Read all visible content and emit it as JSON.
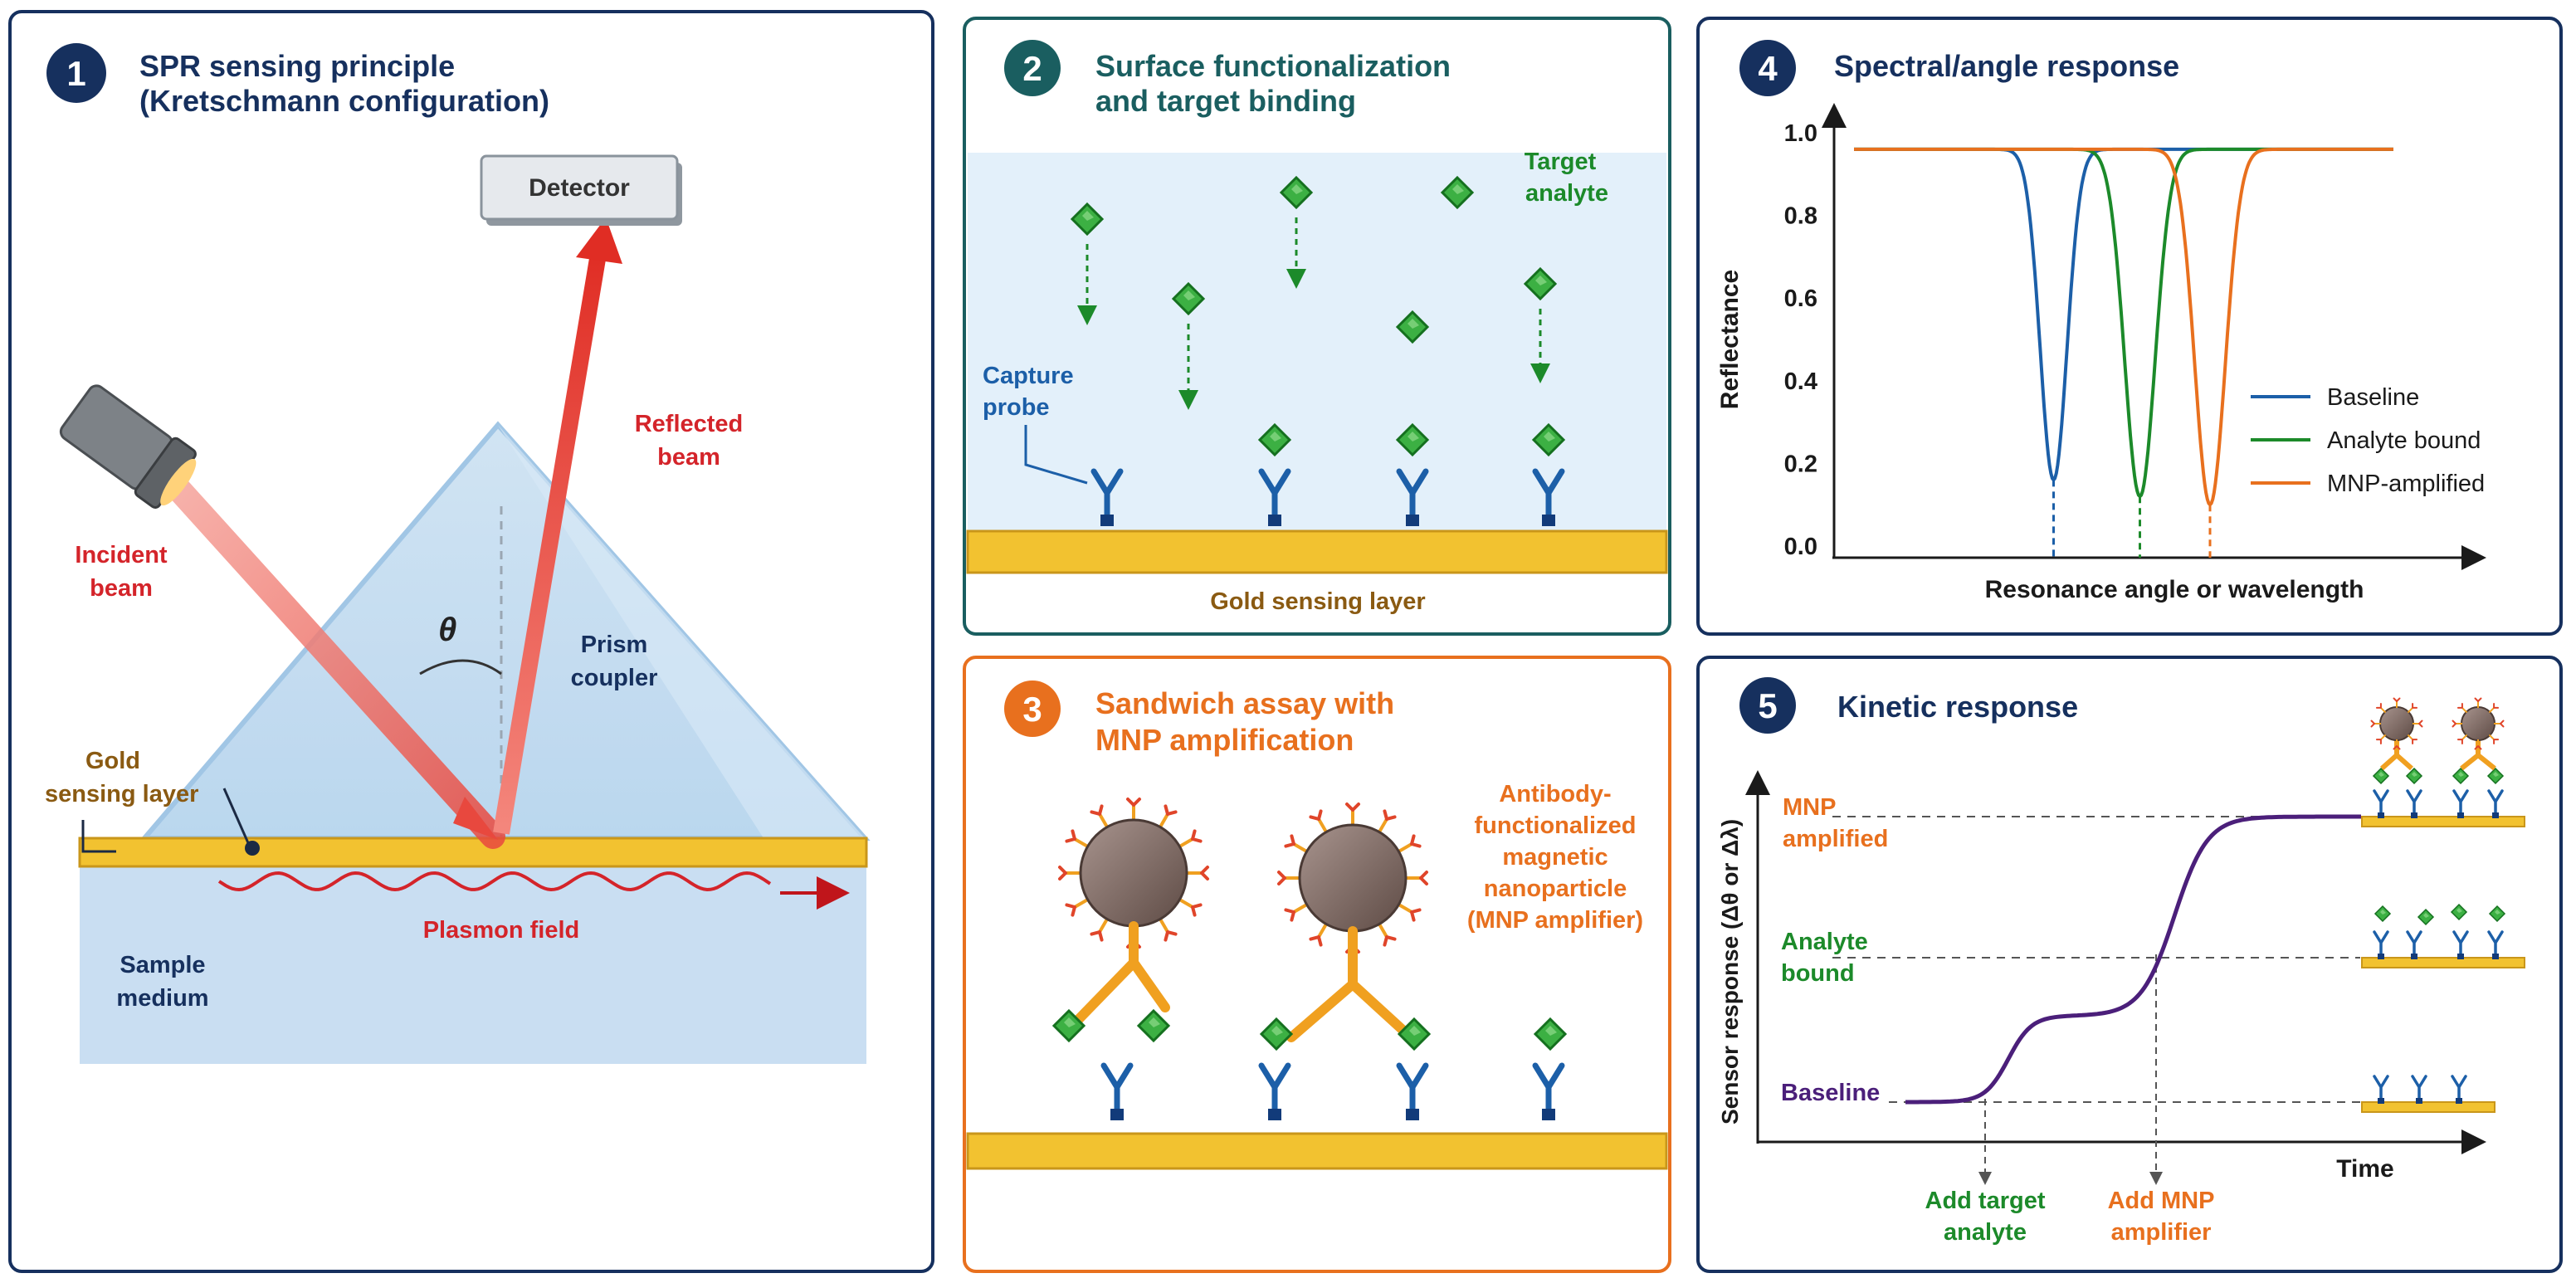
{
  "colors": {
    "navy": "#16305e",
    "teal": "#1a5e60",
    "orange": "#e8701e",
    "red": "#d4242a",
    "green": "#1c8a2a",
    "blue": "#1c5fa8",
    "gold": "#f2c230",
    "purple": "#4b1f7a",
    "brown": "#8a5a12"
  },
  "panel1": {
    "number": "1",
    "title_line1": "SPR sensing principle",
    "title_line2": "(Kretschmann configuration)",
    "detector": "Detector",
    "reflected_line1": "Reflected",
    "reflected_line2": "beam",
    "incident_line1": "Incident",
    "incident_line2": "beam",
    "theta": "θ",
    "prism_line1": "Prism",
    "prism_line2": "coupler",
    "gold_line1": "Gold",
    "gold_line2": "sensing layer",
    "plasmon": "Plasmon field",
    "sample_line1": "Sample",
    "sample_line2": "medium"
  },
  "panel2": {
    "number": "2",
    "title_line1": "Surface functionalization",
    "title_line2": "and target binding",
    "target_line1": "Target",
    "target_line2": "analyte",
    "capture_line1": "Capture",
    "capture_line2": "probe",
    "gold": "Gold sensing layer"
  },
  "panel3": {
    "number": "3",
    "title_line1": "Sandwich assay with",
    "title_line2": "MNP amplification",
    "ab_line1": "Antibody-",
    "ab_line2": "functionalized",
    "ab_line3": "magnetic",
    "ab_line4": "nanoparticle",
    "ab_line5": "(MNP amplifier)"
  },
  "panel4": {
    "number": "4",
    "title": "Spectral/angle response"
  },
  "panel5": {
    "number": "5",
    "title": "Kinetic response",
    "ylabel": "Sensor response (Δθ or Δλ)",
    "xlabel": "Time",
    "level_mnp_line1": "MNP",
    "level_mnp_line2": "amplified",
    "level_analyte_line1": "Analyte",
    "level_analyte_line2": "bound",
    "level_baseline": "Baseline",
    "event1_line1": "Add target",
    "event1_line2": "analyte",
    "event2_line1": "Add MNP",
    "event2_line2": "amplifier"
  },
  "chart_data": {
    "type": "line",
    "title": "Spectral/angle response",
    "xlabel": "Resonance angle or wavelength",
    "ylabel": "Reflectance",
    "ylim": [
      0,
      1.0
    ],
    "yticks": [
      "1.0",
      "0.8",
      "0.6",
      "0.4",
      "0.2",
      "0.0"
    ],
    "grid": false,
    "legend_position": "right",
    "series": [
      {
        "name": "Baseline",
        "color": "#1c5fa8",
        "baseline": 0.96,
        "dip_position": 0.37,
        "min": 0.16,
        "width": 0.035
      },
      {
        "name": "Analyte bound",
        "color": "#1c8a2a",
        "baseline": 0.96,
        "dip_position": 0.53,
        "min": 0.12,
        "width": 0.04
      },
      {
        "name": "MNP-amplified",
        "color": "#e8701e",
        "baseline": 0.96,
        "dip_position": 0.66,
        "min": 0.1,
        "width": 0.04
      }
    ]
  }
}
